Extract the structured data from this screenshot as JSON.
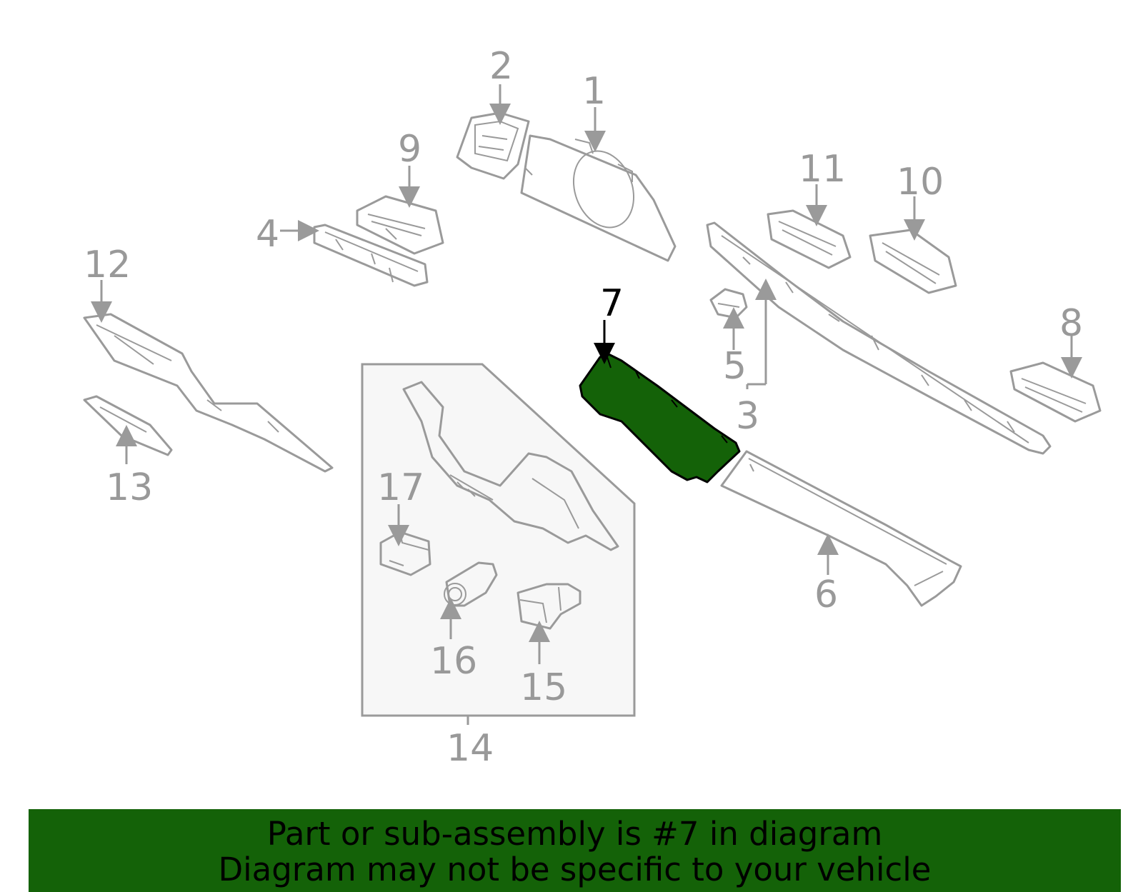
{
  "colors": {
    "highlight": "#146208",
    "line": "#9a9a9a",
    "kit_box_fill": "#f7f7f7",
    "highlight_label": "#000000"
  },
  "callouts": {
    "c1": "1",
    "c2": "2",
    "c3": "3",
    "c4": "4",
    "c5": "5",
    "c6": "6",
    "c7": "7",
    "c8": "8",
    "c9": "9",
    "c10": "10",
    "c11": "11",
    "c12": "12",
    "c13": "13",
    "c14": "14",
    "c15": "15",
    "c16": "16",
    "c17": "17"
  },
  "highlighted_part": "7",
  "banner": {
    "line1": "Part or sub-assembly is #7 in diagram",
    "line2": "Diagram may not be specific to your vehicle"
  }
}
